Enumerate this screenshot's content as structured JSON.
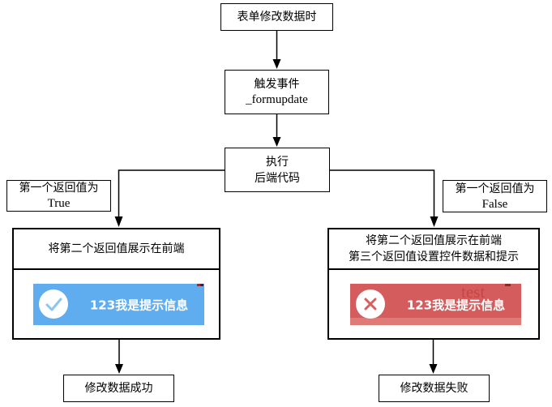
{
  "flowchart": {
    "start": {
      "text": "表单修改数据时"
    },
    "trigger_event": {
      "line1": "触发事件",
      "line2": "_formupdate"
    },
    "execute_backend": {
      "line1": "执行",
      "line2": "后端代码"
    },
    "condition_true": {
      "line1": "第一个返回值为",
      "line2": "True"
    },
    "condition_false": {
      "line1": "第一个返回值为",
      "line2": "False"
    },
    "true_branch": {
      "title": "将第二个返回值展示在前端"
    },
    "false_branch": {
      "title_line1": "将第二个返回值展示在前端",
      "title_line2": "第三个返回值设置控件数据和提示"
    },
    "success_toast": {
      "icon": "check-circle-icon",
      "message": "123我是提示信息",
      "background": "#5FADEF"
    },
    "error_toast": {
      "icon": "x-circle-icon",
      "message": "123我是提示信息",
      "background": "#D55C5C",
      "watermark": "test"
    },
    "end_success": {
      "text": "修改数据成功"
    },
    "end_failure": {
      "text": "修改数据失败"
    },
    "colors": {
      "line": "#000000",
      "success_toast_bg": "#5FADEF",
      "error_toast_bg": "#D55C5C",
      "check_mark": "#8CC5F0",
      "x_mark": "#D75F5F"
    }
  }
}
